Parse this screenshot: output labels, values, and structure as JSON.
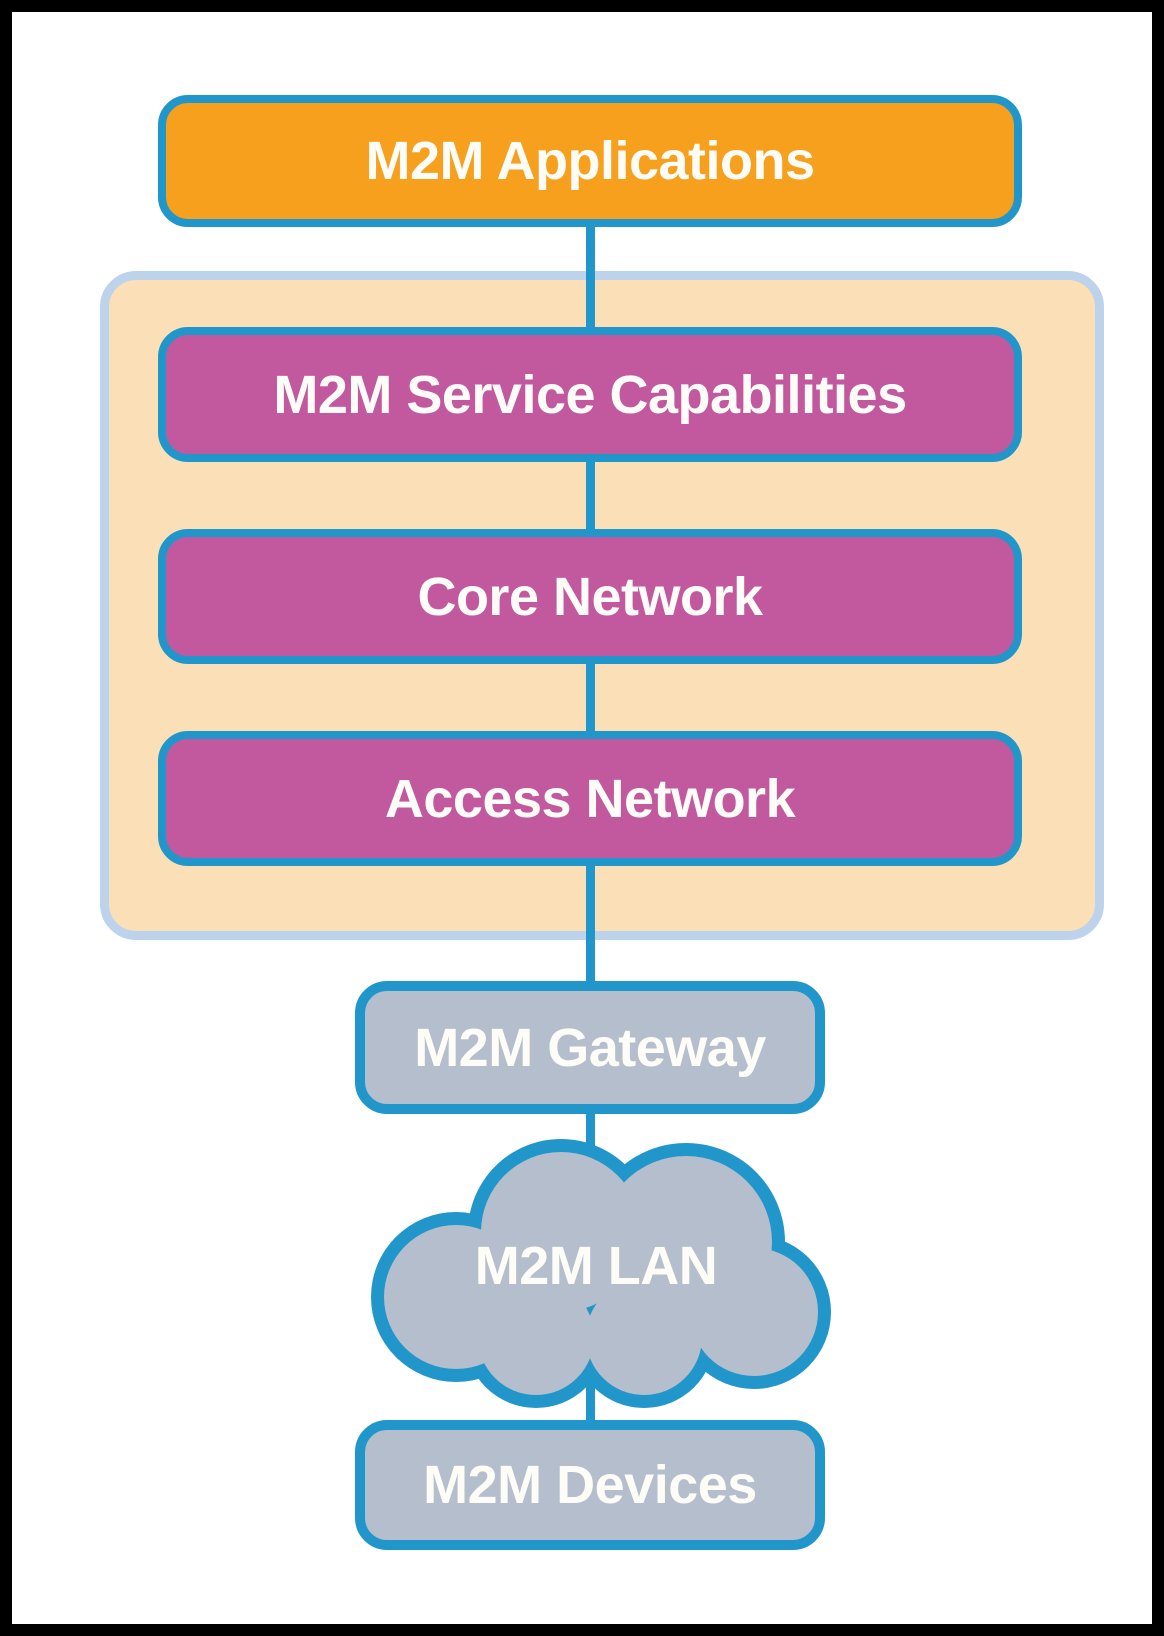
{
  "nodes": {
    "applications": {
      "label": "M2M Applications",
      "fill": "#F7A01E",
      "shape": "rounded-rect"
    },
    "service_capabilities": {
      "label": "M2M Service Capabilities",
      "fill": "#C2599F",
      "shape": "rounded-rect"
    },
    "core_network": {
      "label": "Core Network",
      "fill": "#C2599F",
      "shape": "rounded-rect"
    },
    "access_network": {
      "label": "Access Network",
      "fill": "#C2599F",
      "shape": "rounded-rect"
    },
    "gateway": {
      "label": "M2M Gateway",
      "fill": "#B5BECC",
      "shape": "rounded-rect"
    },
    "lan": {
      "label": "M2M LAN",
      "fill": "#B5BECC",
      "shape": "cloud"
    },
    "devices": {
      "label": "M2M Devices",
      "fill": "#B5BECC",
      "shape": "rounded-rect"
    }
  },
  "edges": [
    {
      "from": "applications",
      "to": "service_capabilities"
    },
    {
      "from": "service_capabilities",
      "to": "core_network"
    },
    {
      "from": "core_network",
      "to": "access_network"
    },
    {
      "from": "access_network",
      "to": "gateway"
    },
    {
      "from": "gateway",
      "to": "lan"
    },
    {
      "from": "lan",
      "to": "devices"
    }
  ],
  "colors": {
    "node_border": "#2196CB",
    "connector": "#2196CB",
    "group_fill": "#FBDFB6",
    "group_border": "#BCD3EB",
    "label_text": "#FDFCF7",
    "frame": "#000000",
    "background": "#FFFFFF"
  }
}
